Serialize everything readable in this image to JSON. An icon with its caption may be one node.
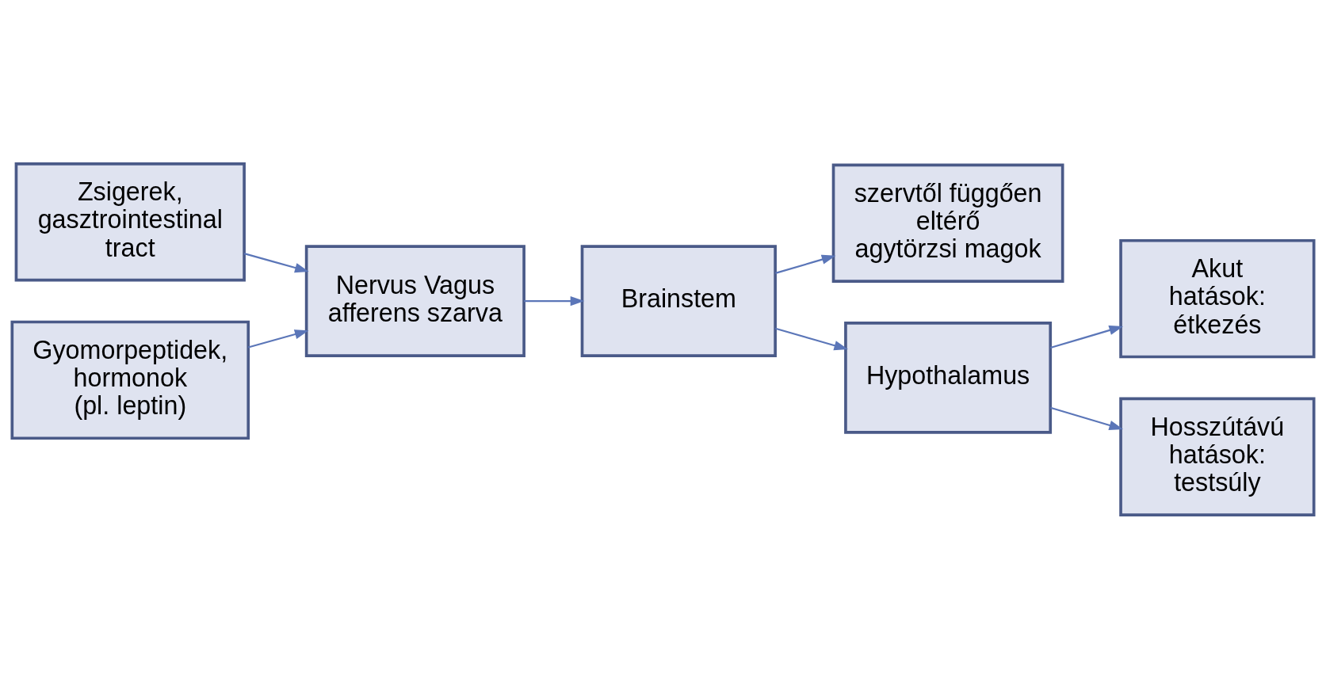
{
  "diagram": {
    "nodes": [
      {
        "text": [
          "Zsigerek, gasztrointestinal tract"
        ]
      },
      {
        "text": [
          "Gyomorpeptidek, hormonok (pl. leptin)"
        ]
      },
      {
        "text": [
          "Nervus Vagus afferens szarva"
        ]
      },
      {
        "text": [
          "Brainstem"
        ]
      },
      {
        "text": [
          "szervtől függően eltérő agytörzsi magok"
        ]
      },
      {
        "text": [
          "Hypothalamus"
        ]
      },
      {
        "text": [
          "Akut hatások: étkezés"
        ]
      },
      {
        "text": [
          "Hosszútávú hatások: testsúly"
        ]
      }
    ],
    "edges": [
      {
        "from": 0,
        "to": 2,
        "arrow": "to"
      },
      {
        "from": 1,
        "to": 2,
        "arrow": "to"
      },
      {
        "from": 2,
        "to": 3,
        "arrow": "to"
      },
      {
        "from": 3,
        "to": 4,
        "arrow": "to"
      },
      {
        "from": 3,
        "to": 5,
        "arrow": "to"
      },
      {
        "from": 5,
        "to": 6,
        "arrow": "to"
      },
      {
        "from": 5,
        "to": 7,
        "arrow": "to"
      }
    ]
  }
}
